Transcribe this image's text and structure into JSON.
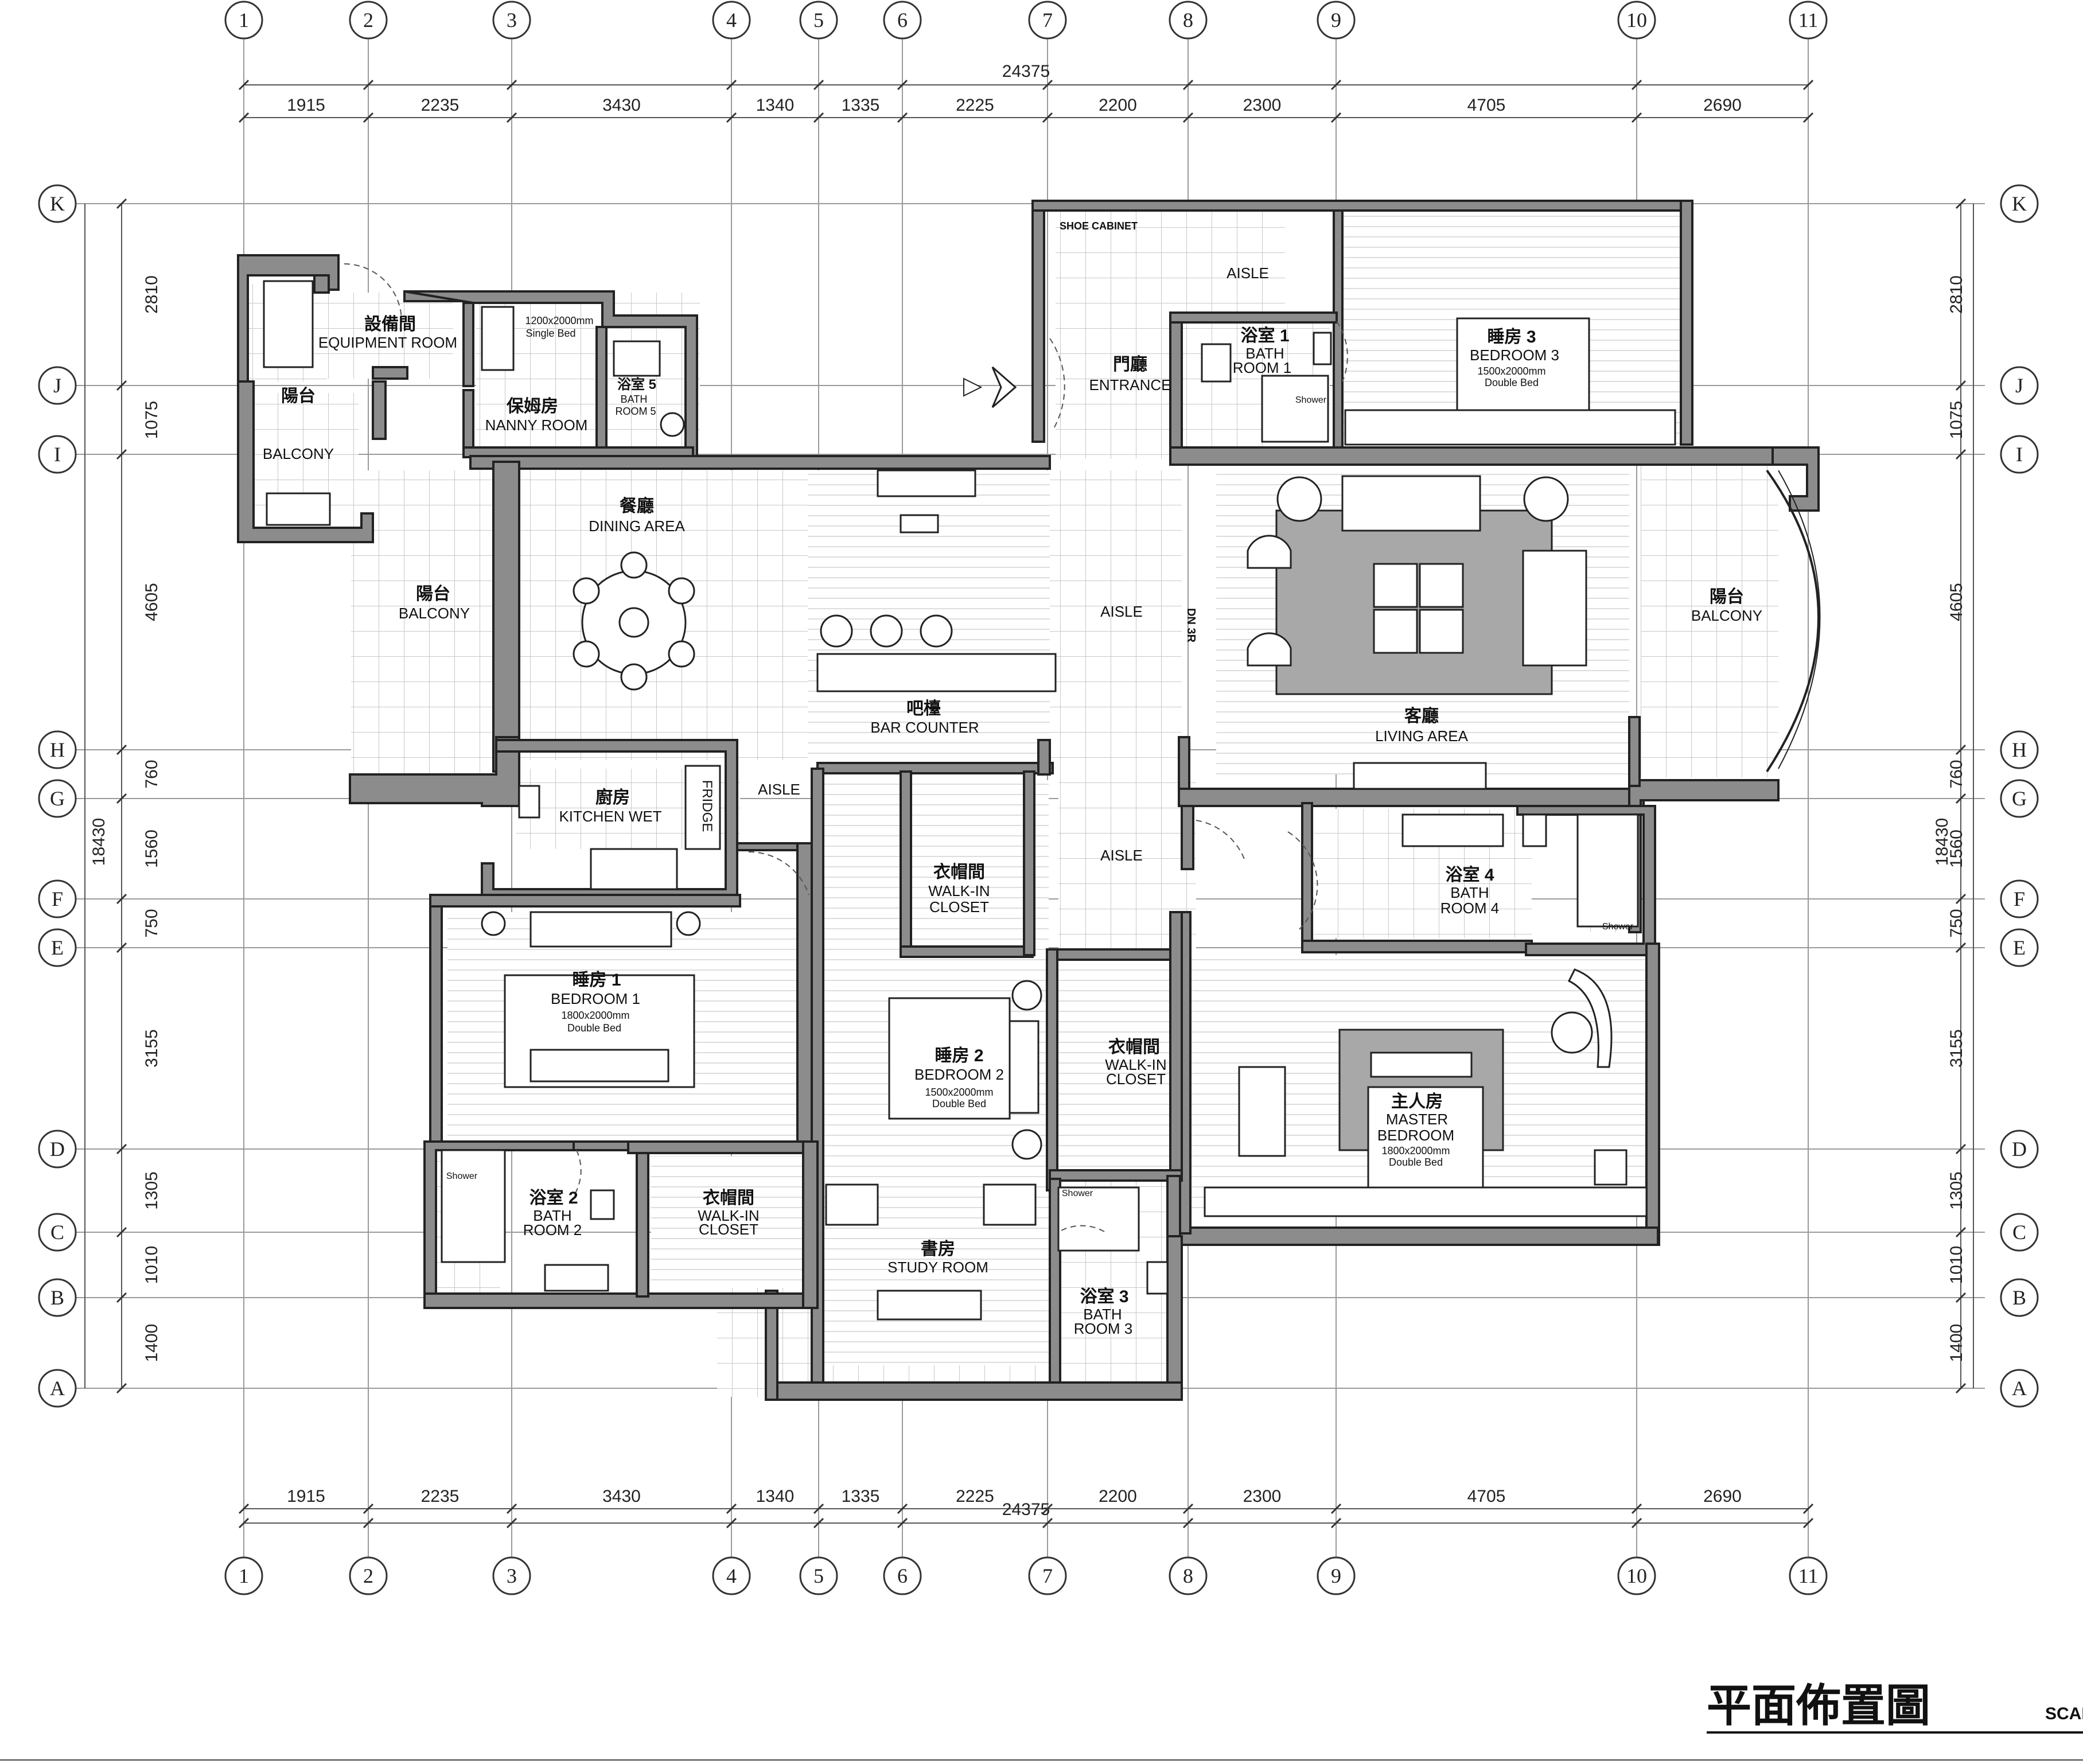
{
  "grid": {
    "columns": [
      {
        "id": "1"
      },
      {
        "id": "2"
      },
      {
        "id": "3"
      },
      {
        "id": "4"
      },
      {
        "id": "5"
      },
      {
        "id": "6"
      },
      {
        "id": "7"
      },
      {
        "id": "8"
      },
      {
        "id": "9"
      },
      {
        "id": "10"
      },
      {
        "id": "11"
      }
    ],
    "rows": [
      {
        "id": "K"
      },
      {
        "id": "J"
      },
      {
        "id": "I"
      },
      {
        "id": "H"
      },
      {
        "id": "G"
      },
      {
        "id": "F"
      },
      {
        "id": "E"
      },
      {
        "id": "D"
      },
      {
        "id": "C"
      },
      {
        "id": "B"
      },
      {
        "id": "A"
      }
    ]
  },
  "dimensions": {
    "overall_width": "24375",
    "overall_height": "18430",
    "column_spacings": [
      "1915",
      "2235",
      "3430",
      "1340",
      "1335",
      "2225",
      "2200",
      "2300",
      "4705",
      "2690"
    ],
    "row_spacings": [
      "2810",
      "1075",
      "4605",
      "760",
      "1560",
      "750",
      "3155",
      "1305",
      "1010",
      "1400"
    ]
  },
  "rooms": {
    "equipment_room": {
      "cn": "設備間",
      "en": "EQUIPMENT ROOM"
    },
    "nanny_room": {
      "cn": "保姆房",
      "en": "NANNY ROOM",
      "bed": "1200x2000mm",
      "bed_type": "Single Bed"
    },
    "bath_room_5": {
      "cn": "浴室 5",
      "en1": "BATH",
      "en2": "ROOM 5"
    },
    "balcony_small": {
      "cn": "陽台",
      "en": "BALCONY"
    },
    "balcony_west": {
      "cn": "陽台",
      "en": "BALCONY"
    },
    "dining_area": {
      "cn": "餐廳",
      "en": "DINING AREA"
    },
    "bar_counter": {
      "cn": "吧檯",
      "en": "BAR COUNTER"
    },
    "kitchen": {
      "cn": "廚房",
      "en": "KITCHEN WET",
      "fridge": "FRIDGE"
    },
    "entrance": {
      "cn": "門廳",
      "en": "ENTRANCE",
      "shoe_cabinet": "SHOE CABINET"
    },
    "aisle_top": {
      "en": "AISLE"
    },
    "aisle_mid": {
      "en": "AISLE"
    },
    "aisle_lower": {
      "en": "AISLE"
    },
    "aisle_kitchen": {
      "en": "AISLE"
    },
    "stairs": {
      "en": "DN 3R"
    },
    "bath_room_1": {
      "cn": "浴室 1",
      "en1": "BATH",
      "en2": "ROOM 1",
      "shower": "Shower"
    },
    "bedroom_3": {
      "cn": "睡房 3",
      "en": "BEDROOM 3",
      "bed": "1500x2000mm",
      "bed_type": "Double Bed"
    },
    "living_area": {
      "cn": "客廳",
      "en": "LIVING AREA"
    },
    "balcony_east": {
      "cn": "陽台",
      "en": "BALCONY"
    },
    "bath_room_4": {
      "cn": "浴室 4",
      "en1": "BATH",
      "en2": "ROOM 4",
      "shower": "Shower"
    },
    "walkin_closet_1": {
      "cn": "衣帽間",
      "en1": "WALK-IN",
      "en2": "CLOSET"
    },
    "walkin_closet_2": {
      "cn": "衣帽間",
      "en1": "WALK-IN",
      "en2": "CLOSET"
    },
    "walkin_closet_3": {
      "cn": "衣帽間",
      "en1": "WALK-IN",
      "en2": "CLOSET"
    },
    "bedroom_1": {
      "cn": "睡房 1",
      "en": "BEDROOM 1",
      "bed": "1800x2000mm",
      "bed_type": "Double Bed"
    },
    "bedroom_2": {
      "cn": "睡房 2",
      "en": "BEDROOM 2",
      "bed": "1500x2000mm",
      "bed_type": "Double Bed"
    },
    "master_bedroom": {
      "cn": "主人房",
      "en1": "MASTER",
      "en2": "BEDROOM",
      "bed": "1800x2000mm",
      "bed_type": "Double Bed"
    },
    "bath_room_2": {
      "cn": "浴室 2",
      "en1": "BATH",
      "en2": "ROOM 2",
      "shower": "Shower"
    },
    "bath_room_3": {
      "cn": "浴室 3",
      "en1": "BATH",
      "en2": "ROOM 3",
      "shower": "Shower"
    },
    "study_room": {
      "cn": "書房",
      "en": "STUDY ROOM"
    }
  },
  "title": {
    "cn": "平面佈置圖",
    "scale": "SCAL"
  }
}
